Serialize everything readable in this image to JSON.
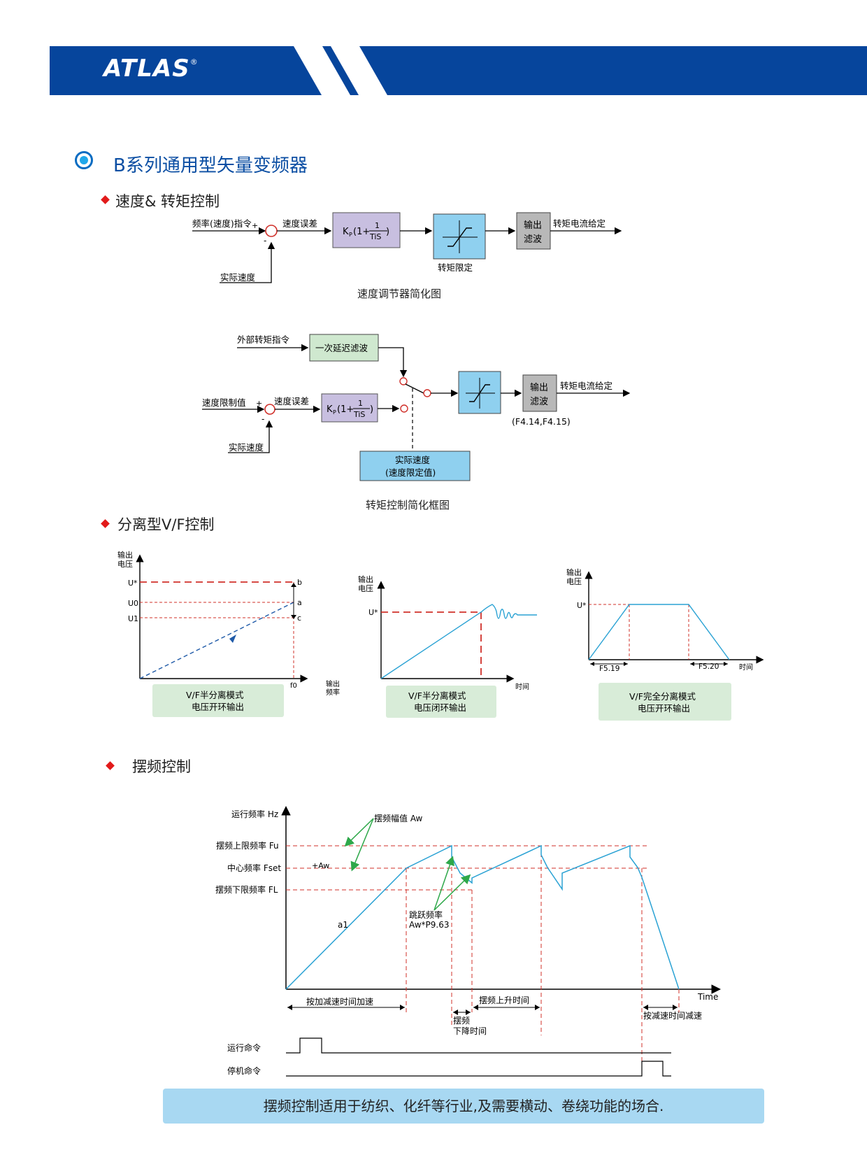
{
  "header": {
    "logo_text": "ATLAS",
    "logo_mark": "®",
    "bar_color": "#06459c"
  },
  "title": "B系列通用型矢量变频器",
  "sections": {
    "speed_torque": "速度& 转矩控制",
    "vf": "分离型V/F控制",
    "wobble": "摆频控制"
  },
  "speed_diagram": {
    "input_label": "频率(速度)指令",
    "plus": "+",
    "minus": "-",
    "feedback_label": "实际速度",
    "error_label": "速度误差",
    "pi_prefix": "K",
    "pi_sub": "P",
    "pi_mid": "(1+",
    "pi_num": "1",
    "pi_den": "TiS",
    "pi_close": ")",
    "limit_label": "转矩限定",
    "filter_line1": "输出",
    "filter_line2": "滤波",
    "output_label": "转矩电流给定",
    "caption": "速度调节器简化图"
  },
  "torque_diagram": {
    "ext_label": "外部转矩指令",
    "delay_filter": "一次延迟滤波",
    "speed_limit_label": "速度限制值",
    "plus": "+",
    "minus": "-",
    "error_label": "速度误差",
    "pi_prefix": "K",
    "pi_sub": "P",
    "pi_mid": "(1+",
    "pi_num": "1",
    "pi_den": "TiS",
    "pi_close": ")",
    "feedback_label": "实际速度",
    "filter_line1": "输出",
    "filter_line2": "滤波",
    "output_label": "转矩电流给定",
    "params": "(F4.14,F4.15)",
    "speed_box_line1": "实际速度",
    "speed_box_line2": "(速度限定值)",
    "caption": "转矩控制简化框图"
  },
  "vf_charts": {
    "c1": {
      "y_label_1": "输出",
      "y_label_2": "电压",
      "u_star": "U*",
      "u0": "U0",
      "u1": "U1",
      "pt_b": "b",
      "pt_a": "a",
      "pt_c": "c",
      "f0": "f0",
      "x_label_1": "输出",
      "x_label_2": "频率",
      "box_1": "V/F半分离模式",
      "box_2": "电压开环输出"
    },
    "c2": {
      "y_label_1": "输出",
      "y_label_2": "电压",
      "u_star": "U*",
      "x_label": "时间",
      "box_1": "V/F半分离模式",
      "box_2": "电压闭环输出"
    },
    "c3": {
      "y_label_1": "输出",
      "y_label_2": "电压",
      "u_star": "U*",
      "t_up": "F5.19",
      "t_down": "F5.20",
      "x_label": "时间",
      "box_1": "V/F完全分离模式",
      "box_2": "电压开环输出"
    }
  },
  "wobble_chart": {
    "y_axis": "运行频率 Hz",
    "fu": "摆频上限频率 Fu",
    "fset": "中心频率 Fset",
    "fl": "摆频下限频率 FL",
    "aw_label": "摆频幅值 Aw",
    "plus_aw": "+Aw",
    "a1": "a1",
    "jump_1": "跳跃频率",
    "jump_2": "Aw*P9.63",
    "time": "Time",
    "accel": "按加减速时间加速",
    "fall_1": "摆频",
    "fall_2": "下降时间",
    "rise": "摆频上升时间",
    "decel": "按减速时间减速",
    "run_cmd": "运行命令",
    "stop_cmd": "停机命令"
  },
  "footer_note": "摆频控制适用于纺织、化纤等行业,及需要横动、卷绕功能的场合."
}
